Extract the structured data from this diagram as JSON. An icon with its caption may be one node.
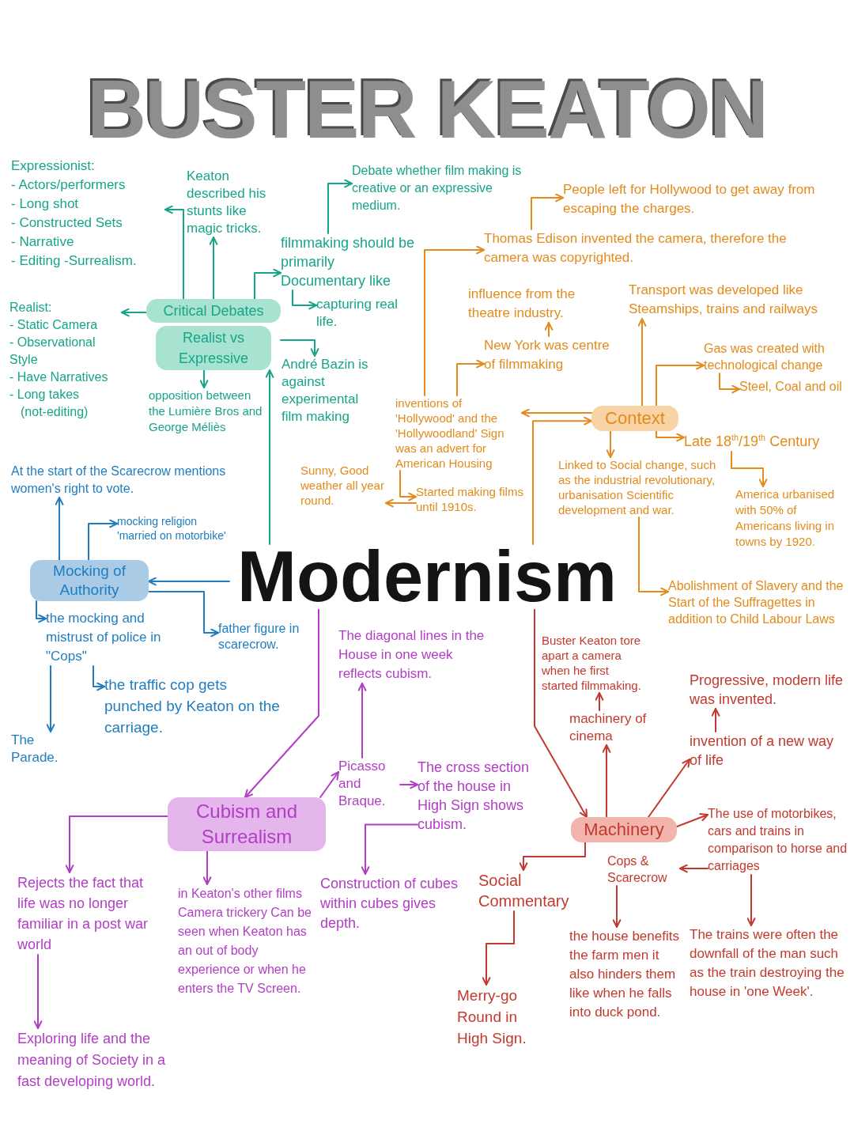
{
  "diagram": {
    "title": "BUSTER KEATON",
    "nodes": [
      {
        "text": [
          "Modernism"
        ]
      },
      {
        "text": [
          "Critical Debates",
          "Realist vs Expressive"
        ]
      },
      {
        "text": [
          "Expressionist:",
          "- Actors/performers",
          "- Long shot",
          "- Constructed Sets",
          "- Narrative",
          "- Editing -Surrealism."
        ]
      },
      {
        "text": [
          "Keaton described his stunts like magic tricks."
        ]
      },
      {
        "text": [
          "filmmaking should be primarily Documentary like"
        ]
      },
      {
        "text": [
          "capturing real life."
        ]
      },
      {
        "text": [
          "Debate whether film making is creative or an expressive medium."
        ]
      },
      {
        "text": [
          "André Bazin is against experimental film making"
        ]
      },
      {
        "text": [
          "opposition between the Lumière Bros and George Méliès"
        ]
      },
      {
        "text": [
          "Realist:",
          "- Static Camera",
          "- Observational Style",
          "- Have Narratives",
          "- Long takes",
          "(not-editing)"
        ]
      },
      {
        "text": [
          "Mocking of Authority"
        ]
      },
      {
        "text": [
          "At the start of the Scarecrow mentions women's right to vote."
        ]
      },
      {
        "text": [
          "mocking religion 'married on motorbike'"
        ]
      },
      {
        "text": [
          "the mocking and mistrust of police in \"Cops\""
        ]
      },
      {
        "text": [
          "father figure in scarecrow."
        ]
      },
      {
        "text": [
          "the traffic cop gets punched by Keaton on the carriage."
        ]
      },
      {
        "text": [
          "The Parade."
        ]
      },
      {
        "text": [
          "Context"
        ]
      },
      {
        "text": [
          "inventions of 'Hollywood' and the 'Hollywoodland' Sign was an advert for American Housing"
        ]
      },
      {
        "text": [
          "Thomas Edison invented the camera, therefore the camera was copyrighted."
        ]
      },
      {
        "text": [
          "People left for Hollywood to get away from escaping the charges."
        ]
      },
      {
        "text": [
          "New York was centre of filmmaking"
        ]
      },
      {
        "text": [
          "influence from the theatre industry."
        ]
      },
      {
        "text": [
          "Started making films until 1910s."
        ]
      },
      {
        "text": [
          "Sunny, Good weather all year round."
        ]
      },
      {
        "text": [
          "Transport was developed like Steamships, trains and railways"
        ]
      },
      {
        "text": [
          "Gas was created with technological change"
        ]
      },
      {
        "text": [
          "Steel, Coal and oil"
        ]
      },
      {
        "text": [
          "Late 18$^{th}$/19$^{th}$ Century"
        ]
      },
      {
        "text": [
          "America urbanised with 50% of Americans living in towns by 1920."
        ]
      },
      {
        "text": [
          "Linked to Social change, such as the industrial revolutionary, urbanisation Scientific development and war."
        ]
      },
      {
        "text": [
          "Abolishment of Slavery and the Start of the Suffragettes in addition to Child Labour Laws"
        ]
      },
      {
        "text": [
          "Cubism and Surrealism"
        ]
      },
      {
        "text": [
          "The diagonal lines in the House in one week reflects cubism."
        ]
      },
      {
        "text": [
          "Picasso and Braque."
        ]
      },
      {
        "text": [
          "The cross section of the house in High Sign shows cubism."
        ]
      },
      {
        "text": [
          "Construction of cubes within cubes gives depth."
        ]
      },
      {
        "text": [
          "Rejects the fact that life was no longer familiar in a post war world"
        ]
      },
      {
        "text": [
          "Exploring life and the meaning of Society in a fast developing world."
        ]
      },
      {
        "text": [
          "in Keaton's other films Camera trickery Can be seen when Keaton has an out of body experience or when he enters the TV Screen."
        ]
      },
      {
        "text": [
          "Machinery"
        ]
      },
      {
        "text": [
          "machinery of cinema"
        ]
      },
      {
        "text": [
          "Buster Keaton tore apart a camera when he first started filmmaking."
        ]
      },
      {
        "text": [
          "invention of a new way of life"
        ]
      },
      {
        "text": [
          "Progressive, modern life was invented."
        ]
      },
      {
        "text": [
          "The use of motorbikes, cars and trains in comparison to horse and carriages"
        ]
      },
      {
        "text": [
          "Cops & Scarecrow"
        ]
      },
      {
        "text": [
          "The trains were often the downfall of the man such as the train destroying the house in 'one Week'."
        ]
      },
      {
        "text": [
          "Social Commentary"
        ]
      },
      {
        "text": [
          "the house benefits the farm men it also hinders them like when he falls into duck pond."
        ]
      },
      {
        "text": [
          "Merry-go Round in High Sign."
        ]
      }
    ],
    "edges": [
      {
        "from": 0,
        "to": 1,
        "arrow": "to",
        "color": "#17a589"
      },
      {
        "from": 1,
        "to": 2,
        "arrow": "to",
        "color": "#17a589"
      },
      {
        "from": 1,
        "to": 3,
        "arrow": "to",
        "color": "#17a589"
      },
      {
        "from": 1,
        "to": 4,
        "arrow": "to",
        "color": "#17a589"
      },
      {
        "from": 4,
        "to": 5,
        "arrow": "to",
        "color": "#17a589"
      },
      {
        "from": 4,
        "to": 6,
        "arrow": "to",
        "color": "#17a589"
      },
      {
        "from": 1,
        "to": 7,
        "arrow": "to",
        "color": "#17a589"
      },
      {
        "from": 1,
        "to": 8,
        "arrow": "to",
        "color": "#17a589"
      },
      {
        "from": 1,
        "to": 9,
        "arrow": "to",
        "color": "#17a589"
      },
      {
        "from": 0,
        "to": 10,
        "arrow": "to",
        "color": "#1f7dc0"
      },
      {
        "from": 10,
        "to": 11,
        "arrow": "to",
        "color": "#1f7dc0"
      },
      {
        "from": 10,
        "to": 12,
        "arrow": "to",
        "color": "#1f7dc0"
      },
      {
        "from": 10,
        "to": 13,
        "arrow": "to",
        "color": "#1f7dc0"
      },
      {
        "from": 10,
        "to": 14,
        "arrow": "to",
        "color": "#1f7dc0"
      },
      {
        "from": 13,
        "to": 15,
        "arrow": "to",
        "color": "#1f7dc0"
      },
      {
        "from": 13,
        "to": 16,
        "arrow": "to",
        "color": "#1f7dc0"
      },
      {
        "from": 0,
        "to": 17,
        "arrow": "to"
      },
      {
        "from": 17,
        "to": 18,
        "arrow": "to"
      },
      {
        "from": 18,
        "to": 19,
        "arrow": "to"
      },
      {
        "from": 19,
        "to": 20,
        "arrow": "to"
      },
      {
        "from": 18,
        "to": 21,
        "arrow": "to"
      },
      {
        "from": 21,
        "to": 22,
        "arrow": "to"
      },
      {
        "from": 18,
        "to": 23,
        "arrow": "to"
      },
      {
        "from": 23,
        "to": 24,
        "arrow": "to"
      },
      {
        "from": 17,
        "to": 25,
        "arrow": "to"
      },
      {
        "from": 17,
        "to": 26,
        "arrow": "to"
      },
      {
        "from": 26,
        "to": 27,
        "arrow": "to"
      },
      {
        "from": 17,
        "to": 28,
        "arrow": "to"
      },
      {
        "from": 28,
        "to": 29,
        "arrow": "to"
      },
      {
        "from": 17,
        "to": 30,
        "arrow": "to"
      },
      {
        "from": 30,
        "to": 31,
        "arrow": "to"
      },
      {
        "from": 0,
        "to": 32,
        "arrow": "to",
        "color": "#b13ec4"
      },
      {
        "from": 32,
        "to": 34,
        "arrow": "to",
        "color": "#b13ec4"
      },
      {
        "from": 34,
        "to": 33,
        "arrow": "to",
        "color": "#b13ec4"
      },
      {
        "from": 34,
        "to": 35,
        "arrow": "to",
        "color": "#b13ec4"
      },
      {
        "from": 35,
        "to": 36,
        "arrow": "to",
        "color": "#b13ec4"
      },
      {
        "from": 32,
        "to": 37,
        "arrow": "to",
        "color": "#b13ec4"
      },
      {
        "from": 37,
        "to": 38,
        "arrow": "to",
        "color": "#b13ec4"
      },
      {
        "from": 32,
        "to": 39,
        "arrow": "to",
        "color": "#b13ec4"
      },
      {
        "from": 0,
        "to": 40,
        "arrow": "to",
        "color": "#c23a2f"
      },
      {
        "from": 40,
        "to": 41,
        "arrow": "to",
        "color": "#c23a2f"
      },
      {
        "from": 41,
        "to": 42,
        "arrow": "to",
        "color": "#c23a2f"
      },
      {
        "from": 40,
        "to": 43,
        "arrow": "to",
        "color": "#c23a2f"
      },
      {
        "from": 43,
        "to": 44,
        "arrow": "to",
        "color": "#c23a2f"
      },
      {
        "from": 40,
        "to": 45,
        "arrow": "to",
        "color": "#c23a2f"
      },
      {
        "from": 45,
        "to": 46,
        "arrow": "to",
        "color": "#c23a2f"
      },
      {
        "from": 45,
        "to": 47,
        "arrow": "to",
        "color": "#c23a2f"
      },
      {
        "from": 40,
        "to": 48,
        "arrow": "to",
        "color": "#c23a2f"
      },
      {
        "from": 46,
        "to": 49,
        "arrow": "to",
        "color": "#c23a2f"
      },
      {
        "from": 48,
        "to": 50,
        "arrow": "to",
        "color": "#c23a2f"
      }
    ]
  }
}
